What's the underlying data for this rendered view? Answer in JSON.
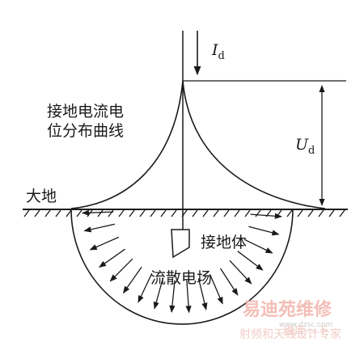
{
  "labels": {
    "current_symbol": "I",
    "current_subscript": "d",
    "voltage_symbol": "U",
    "voltage_subscript": "d",
    "curve_caption_line1": "接地电流电",
    "curve_caption_line2": "位分布曲线",
    "ground": "大地",
    "electrode": "接地体",
    "dispersion_field": "流散电场"
  },
  "watermark": {
    "brand": "易迪苑维修",
    "tagline": "射频和天线设计专家",
    "url": "www.dzsc.com",
    "sub_brand": "维库一下"
  },
  "icons": {
    "current_arrow": "down-arrow-icon",
    "dimension_arrows": "double-arrow-icon",
    "field_arrows": "radial-arrow-icon"
  },
  "colors": {
    "ink": "#1a1a1a",
    "watermark_red": "#f2b8b0"
  }
}
